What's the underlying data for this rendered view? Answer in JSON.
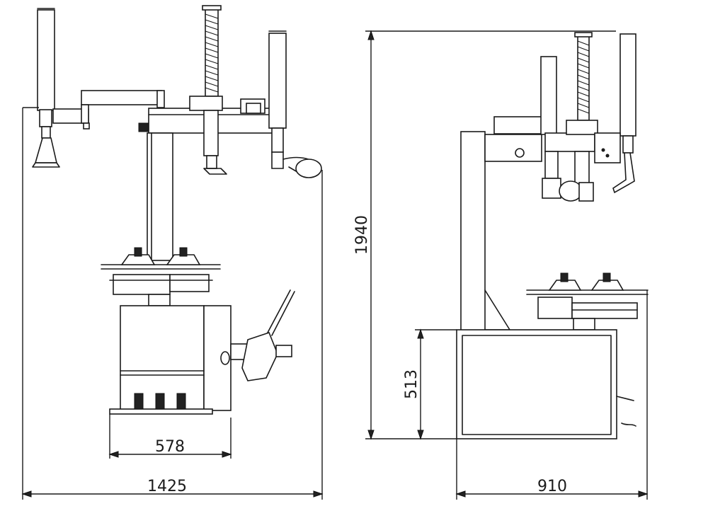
{
  "dimensions": {
    "front_height": "1940",
    "front_width_total": "1425",
    "base_width": "578",
    "side_base_height": "513",
    "side_width": "910"
  }
}
